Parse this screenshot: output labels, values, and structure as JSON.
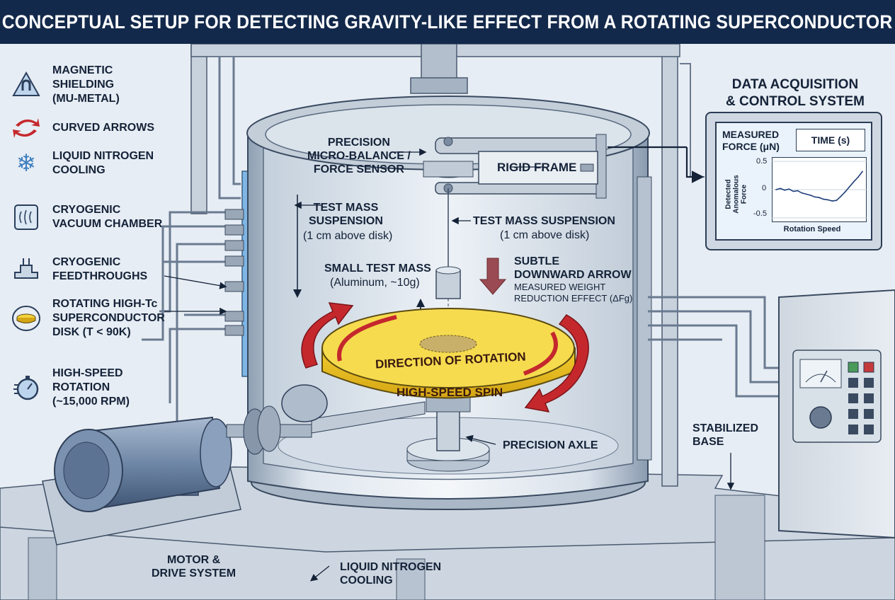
{
  "title": "CONCEPTUAL SETUP FOR DETECTING GRAVITY-LIKE EFFECT FROM A ROTATING SUPERCONDUCTOR",
  "legend": [
    {
      "icon": "magnetic-shielding-icon",
      "text": "MAGNETIC\nSHIELDING\n(MU-METAL)"
    },
    {
      "icon": "curved-arrows-icon",
      "text": "CURVED ARROWS"
    },
    {
      "icon": "snowflake-icon",
      "text": "LIQUID NITROGEN\nCOOLING"
    },
    {
      "icon": "vacuum-chamber-icon",
      "text": "CRYOGENIC\nVACUUM CHAMBER"
    },
    {
      "icon": "feedthrough-icon",
      "text": "CRYOGENIC\nFEEDTHROUGHS"
    },
    {
      "icon": "superconductor-disk-icon",
      "text": "ROTATING HIGH-Tc\nSUPERCONDUCTOR\nDISK (T < 90K)"
    },
    {
      "icon": "stopwatch-icon",
      "text": "HIGH-SPEED\nROTATION\n(~15,000 RPM)"
    }
  ],
  "labels": {
    "precision_sensor": "PRECISION\nMICRO-BALANCE /\nFORCE SENSOR",
    "rigid_frame": "RIGID FRAME",
    "test_mass_suspension_left": "TEST MASS\nSUSPENSION",
    "test_mass_suspension_left_sub": "(1 cm above disk)",
    "test_mass_suspension_right": "TEST MASS SUSPENSION",
    "test_mass_suspension_right_sub": "(1 cm above disk)",
    "small_test_mass": "SMALL TEST MASS",
    "small_test_mass_sub": "(Aluminum, ~10g)",
    "subtle_arrow": "SUBTLE\nDOWNWARD ARROW",
    "subtle_arrow_sub": "MEASURED WEIGHT\nREDUCTION EFFECT (ΔFg)",
    "direction_of_rotation": "DIRECTION OF ROTATION",
    "high_speed_spin": "HIGH-SPEED SPIN",
    "precision_axle": "PRECISION AXLE",
    "stabilized_base": "STABILIZED\nBASE",
    "motor_drive": "MOTOR &\nDRIVE SYSTEM",
    "liquid_nitrogen_bottom": "LIQUID NITROGEN\nCOOLING"
  },
  "daq": {
    "title": "DATA ACQUISITION\n& CONTROL SYSTEM",
    "measured_force": "MEASURED\nFORCE (μN)",
    "time_label": "TIME (s)",
    "y_axis_label": "Detected\nAnomalous\nForce",
    "x_axis_label": "Rotation Speed",
    "ticks": [
      "0.5",
      "0",
      "-0.5"
    ]
  },
  "chart_data": {
    "type": "line",
    "title": "",
    "xlabel": "Rotation Speed",
    "ylabel": "Detected Anomalous Force",
    "ylim": [
      -0.5,
      0.5
    ],
    "x": [
      0,
      1,
      2,
      3,
      4,
      5,
      6,
      7,
      8,
      9,
      10,
      11,
      12,
      13,
      14,
      15,
      16,
      17,
      18,
      19,
      20
    ],
    "y": [
      0.0,
      0.02,
      -0.01,
      0.01,
      -0.03,
      -0.02,
      -0.06,
      -0.08,
      -0.1,
      -0.13,
      -0.14,
      -0.17,
      -0.18,
      -0.2,
      -0.19,
      -0.12,
      -0.04,
      0.05,
      0.14,
      0.22,
      0.32
    ],
    "series": [
      {
        "values": [
          0.0,
          0.02,
          -0.01,
          0.01,
          -0.03,
          -0.02,
          -0.06,
          -0.08,
          -0.1,
          -0.13,
          -0.14,
          -0.17,
          -0.18,
          -0.2,
          -0.19,
          -0.12,
          -0.04,
          0.05,
          0.14,
          0.22,
          0.32
        ]
      }
    ]
  },
  "colors": {
    "title_bg": "#13294b",
    "disk_yellow": "#f4d23c",
    "arrow_red": "#c4282d",
    "steel": "#b9c6d3",
    "motor_blue": "#6f87a6"
  }
}
